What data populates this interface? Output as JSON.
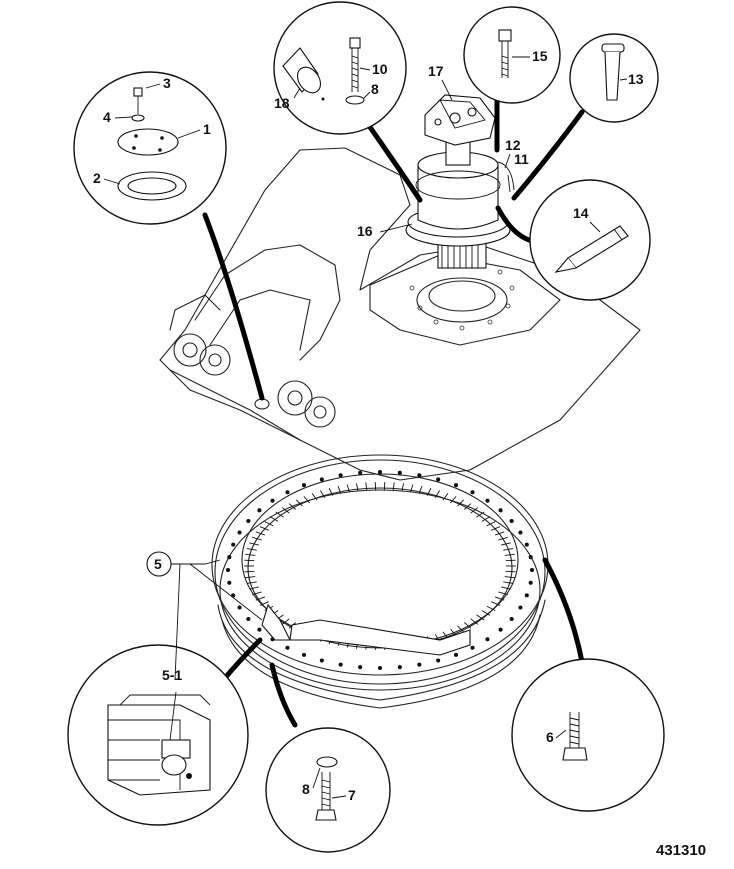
{
  "labels": {
    "l1": "1",
    "l2": "2",
    "l3": "3",
    "l4": "4",
    "l5": "5",
    "l5_1": "5-1",
    "l6": "6",
    "l7": "7",
    "l8a": "8",
    "l8b": "8",
    "l10": "10",
    "l11": "11",
    "l12": "12",
    "l13": "13",
    "l14": "14",
    "l15": "15",
    "l16": "16",
    "l17": "17",
    "l18": "18"
  },
  "drawing_number": "431310"
}
